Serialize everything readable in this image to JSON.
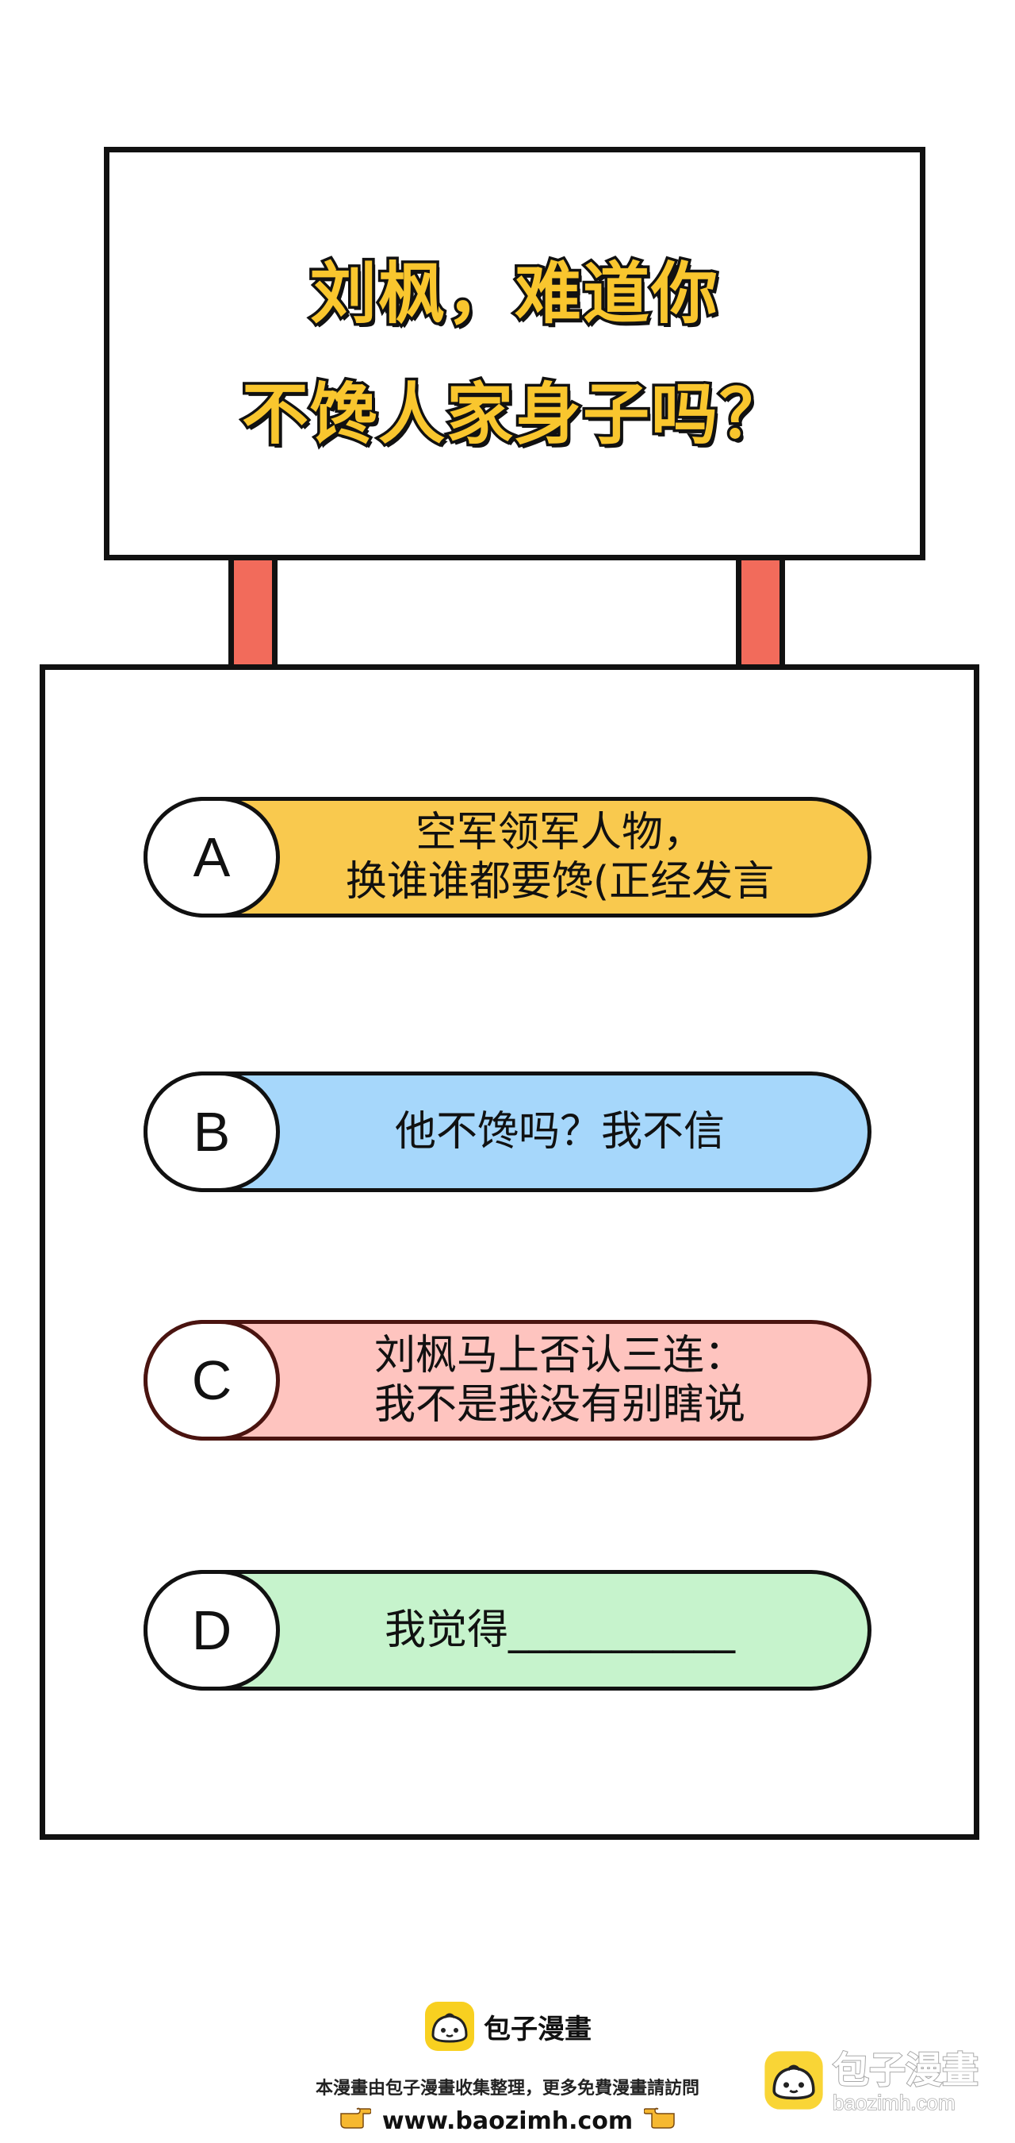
{
  "sign": {
    "title_lines": [
      "刘枫，难道你",
      "不馋人家身子吗？"
    ]
  },
  "options": [
    {
      "letter": "A",
      "lines": [
        "空军领军人物，",
        "换谁谁都要馋(正经发言"
      ],
      "color": "#f9c94e"
    },
    {
      "letter": "B",
      "lines": [
        "他不馋吗？我不信"
      ],
      "color": "#a6d7fb"
    },
    {
      "letter": "C",
      "lines": [
        "刘枫马上否认三连：",
        "我不是我没有别瞎说"
      ],
      "color": "#fec4bf"
    },
    {
      "letter": "D",
      "lines": [
        "我觉得___________"
      ],
      "color": "#c6f3cc"
    }
  ],
  "colors": {
    "sign_title": "#f9c62e",
    "posts": "#f26b5b",
    "outline": "#111111"
  },
  "footer": {
    "brand_name": "包子漫畫",
    "notice": "本漫畫由包子漫畫收集整理，更多免費漫畫請訪問",
    "url": "www.baozimh.com",
    "icons": [
      "bun-logo-icon",
      "pointing-hand-icon"
    ]
  },
  "watermark": {
    "name": "包子漫畫",
    "url": "baozimh.com"
  }
}
